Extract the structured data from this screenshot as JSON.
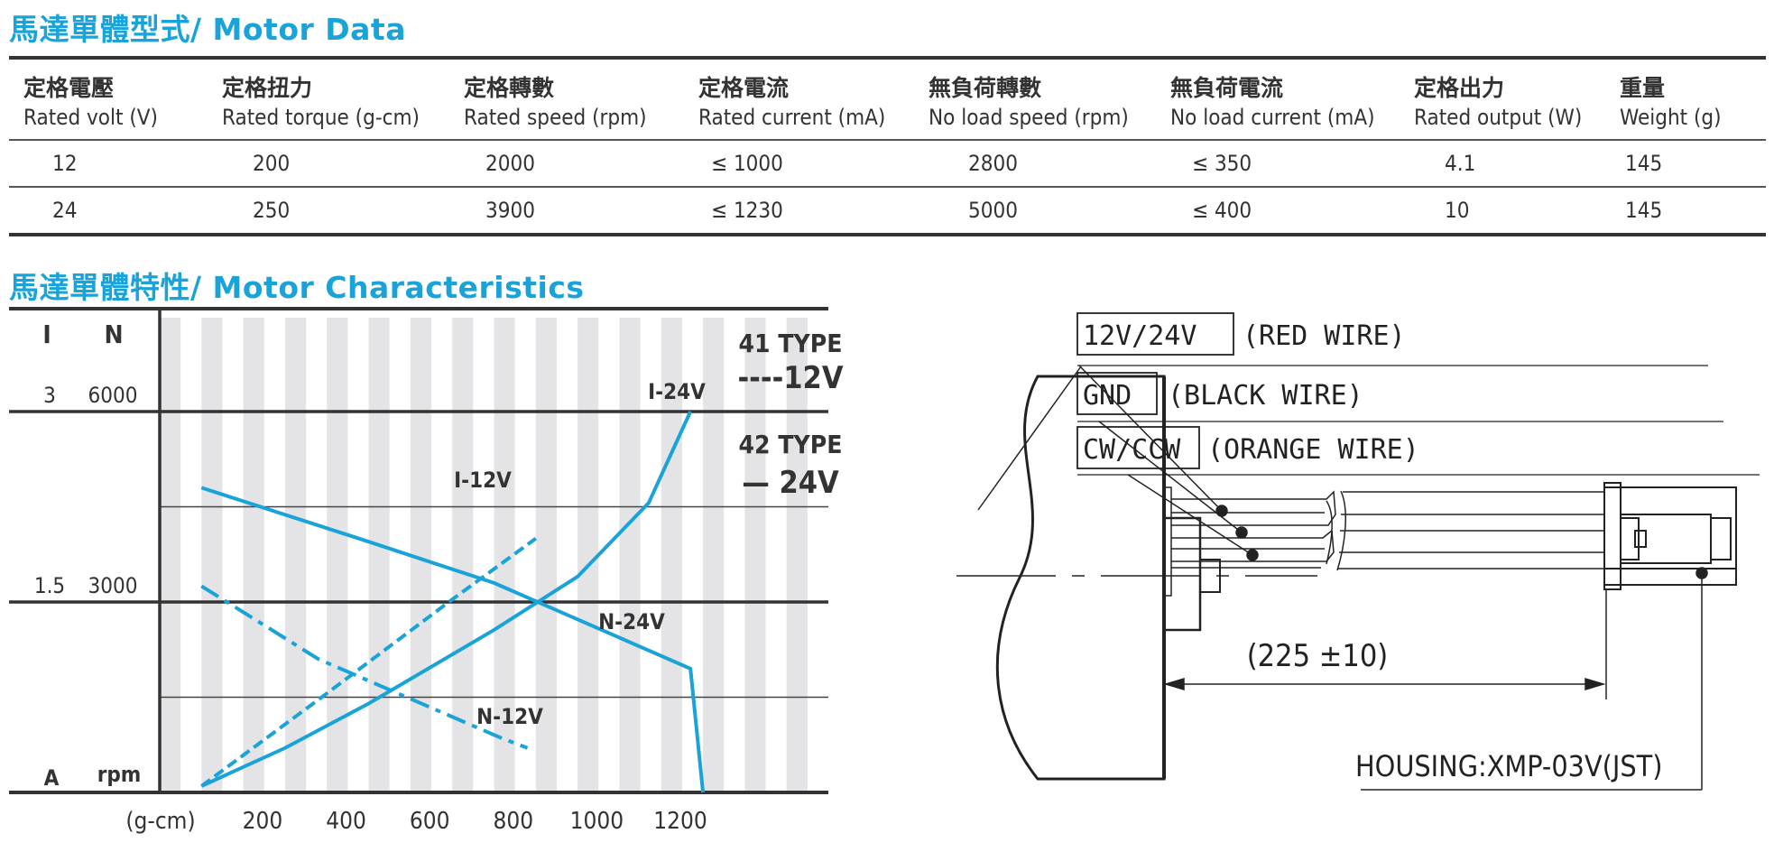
{
  "titles": {
    "motor_data": "馬達單體型式/ Motor Data",
    "motor_characteristics": "馬達單體特性/ Motor Characteristics"
  },
  "table": {
    "columns": [
      {
        "zh": "定格電壓",
        "en": "Rated volt (V)"
      },
      {
        "zh": "定格扭力",
        "en": "Rated torque (g-cm)"
      },
      {
        "zh": "定格轉數",
        "en": "Rated speed (rpm)"
      },
      {
        "zh": "定格電流",
        "en": "Rated current (mA)"
      },
      {
        "zh": "無負荷轉數",
        "en": "No load speed (rpm)"
      },
      {
        "zh": "無負荷電流",
        "en": "No load current (mA)"
      },
      {
        "zh": "定格出力",
        "en": "Rated output (W)"
      },
      {
        "zh": "重量",
        "en": "Weight (g)"
      }
    ],
    "rows": [
      [
        "12",
        "200",
        "2000",
        "≤ 1000",
        "2800",
        "≤ 350",
        "4.1",
        "145"
      ],
      [
        "24",
        "250",
        "3900",
        "≤ 1230",
        "5000",
        "≤ 400",
        "10",
        "145"
      ]
    ]
  },
  "chart_data": {
    "type": "line",
    "xlabel": "(g-cm)",
    "x_ticks": [
      "200",
      "400",
      "600",
      "800",
      "1000",
      "1200"
    ],
    "xlim": [
      -100,
      1500
    ],
    "axis_left_labels": {
      "current_header": "I",
      "speed_header": "N",
      "current_unit": "A",
      "speed_unit": "rpm"
    },
    "y_ticks": [
      {
        "current": "3",
        "speed": "6000"
      },
      {
        "current": "1.5",
        "speed": "3000"
      }
    ],
    "speed_lim": [
      0,
      6000
    ],
    "current_lim": [
      0,
      3
    ],
    "legend": {
      "type41": "41 TYPE",
      "type41_style": "----12V",
      "type42": "42 TYPE",
      "type42_style": "— 24V"
    },
    "color": "#1aa3d9",
    "series": [
      {
        "name": "I-24V",
        "axis": "current",
        "style": "solid",
        "x": [
          0,
          200,
          400,
          700,
          900,
          1070,
          1170
        ],
        "y": [
          0.05,
          0.35,
          0.7,
          1.28,
          1.7,
          2.28,
          3.0
        ]
      },
      {
        "name": "N-24V",
        "axis": "speed",
        "style": "solid",
        "x": [
          0,
          400,
          700,
          1170,
          1200
        ],
        "y": [
          4800,
          3950,
          3300,
          1950,
          0
        ]
      },
      {
        "name": "I-12V",
        "axis": "current",
        "style": "dashed",
        "x": [
          0,
          300,
          600,
          800
        ],
        "y": [
          0.05,
          0.78,
          1.52,
          2.0
        ]
      },
      {
        "name": "N-12V",
        "axis": "speed",
        "style": "dashdot",
        "x": [
          0,
          280,
          720,
          780
        ],
        "y": [
          3250,
          2100,
          850,
          700
        ]
      }
    ]
  },
  "diagram": {
    "wire_labels": [
      {
        "box": "12V/24V",
        "wire": "(RED WIRE)"
      },
      {
        "box": "GND",
        "wire": "(BLACK WIRE)"
      },
      {
        "box": "CW/CCW",
        "wire": "(ORANGE WIRE)"
      }
    ],
    "length": "(225 ±10)",
    "housing": "HOUSING:XMP-03V(JST)"
  }
}
